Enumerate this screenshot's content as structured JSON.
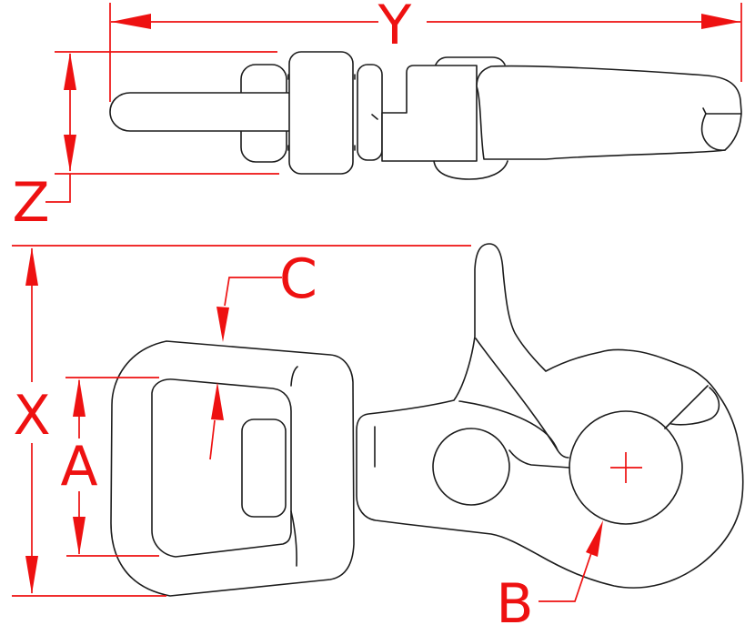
{
  "labels": {
    "y": "Y",
    "z": "Z",
    "x": "X",
    "a": "A",
    "b": "B",
    "c": "C"
  },
  "colors": {
    "dimension_red": "#ee1111",
    "line_black": "#1c1c1c",
    "background": "#ffffff"
  }
}
